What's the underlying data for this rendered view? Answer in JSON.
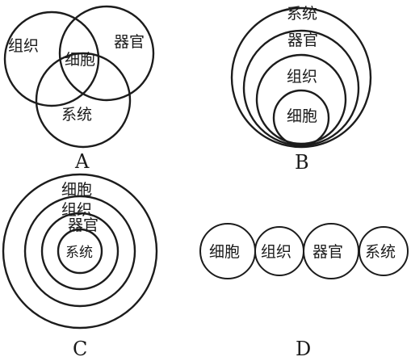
{
  "panels": {
    "a": {
      "letter": "A",
      "labels": {
        "tissue": "组织",
        "organ": "器官",
        "cell": "细胞",
        "system": "系统"
      }
    },
    "b": {
      "letter": "B",
      "labels": {
        "system": "系统",
        "organ": "器官",
        "tissue": "组织",
        "cell": "细胞"
      }
    },
    "c": {
      "letter": "C",
      "labels": {
        "cell": "细胞",
        "tissue": "组织",
        "organ": "器官",
        "system": "系统"
      }
    },
    "d": {
      "letter": "D",
      "labels": {
        "cell": "细胞",
        "tissue": "组织",
        "organ": "器官",
        "system": "系统"
      }
    }
  }
}
